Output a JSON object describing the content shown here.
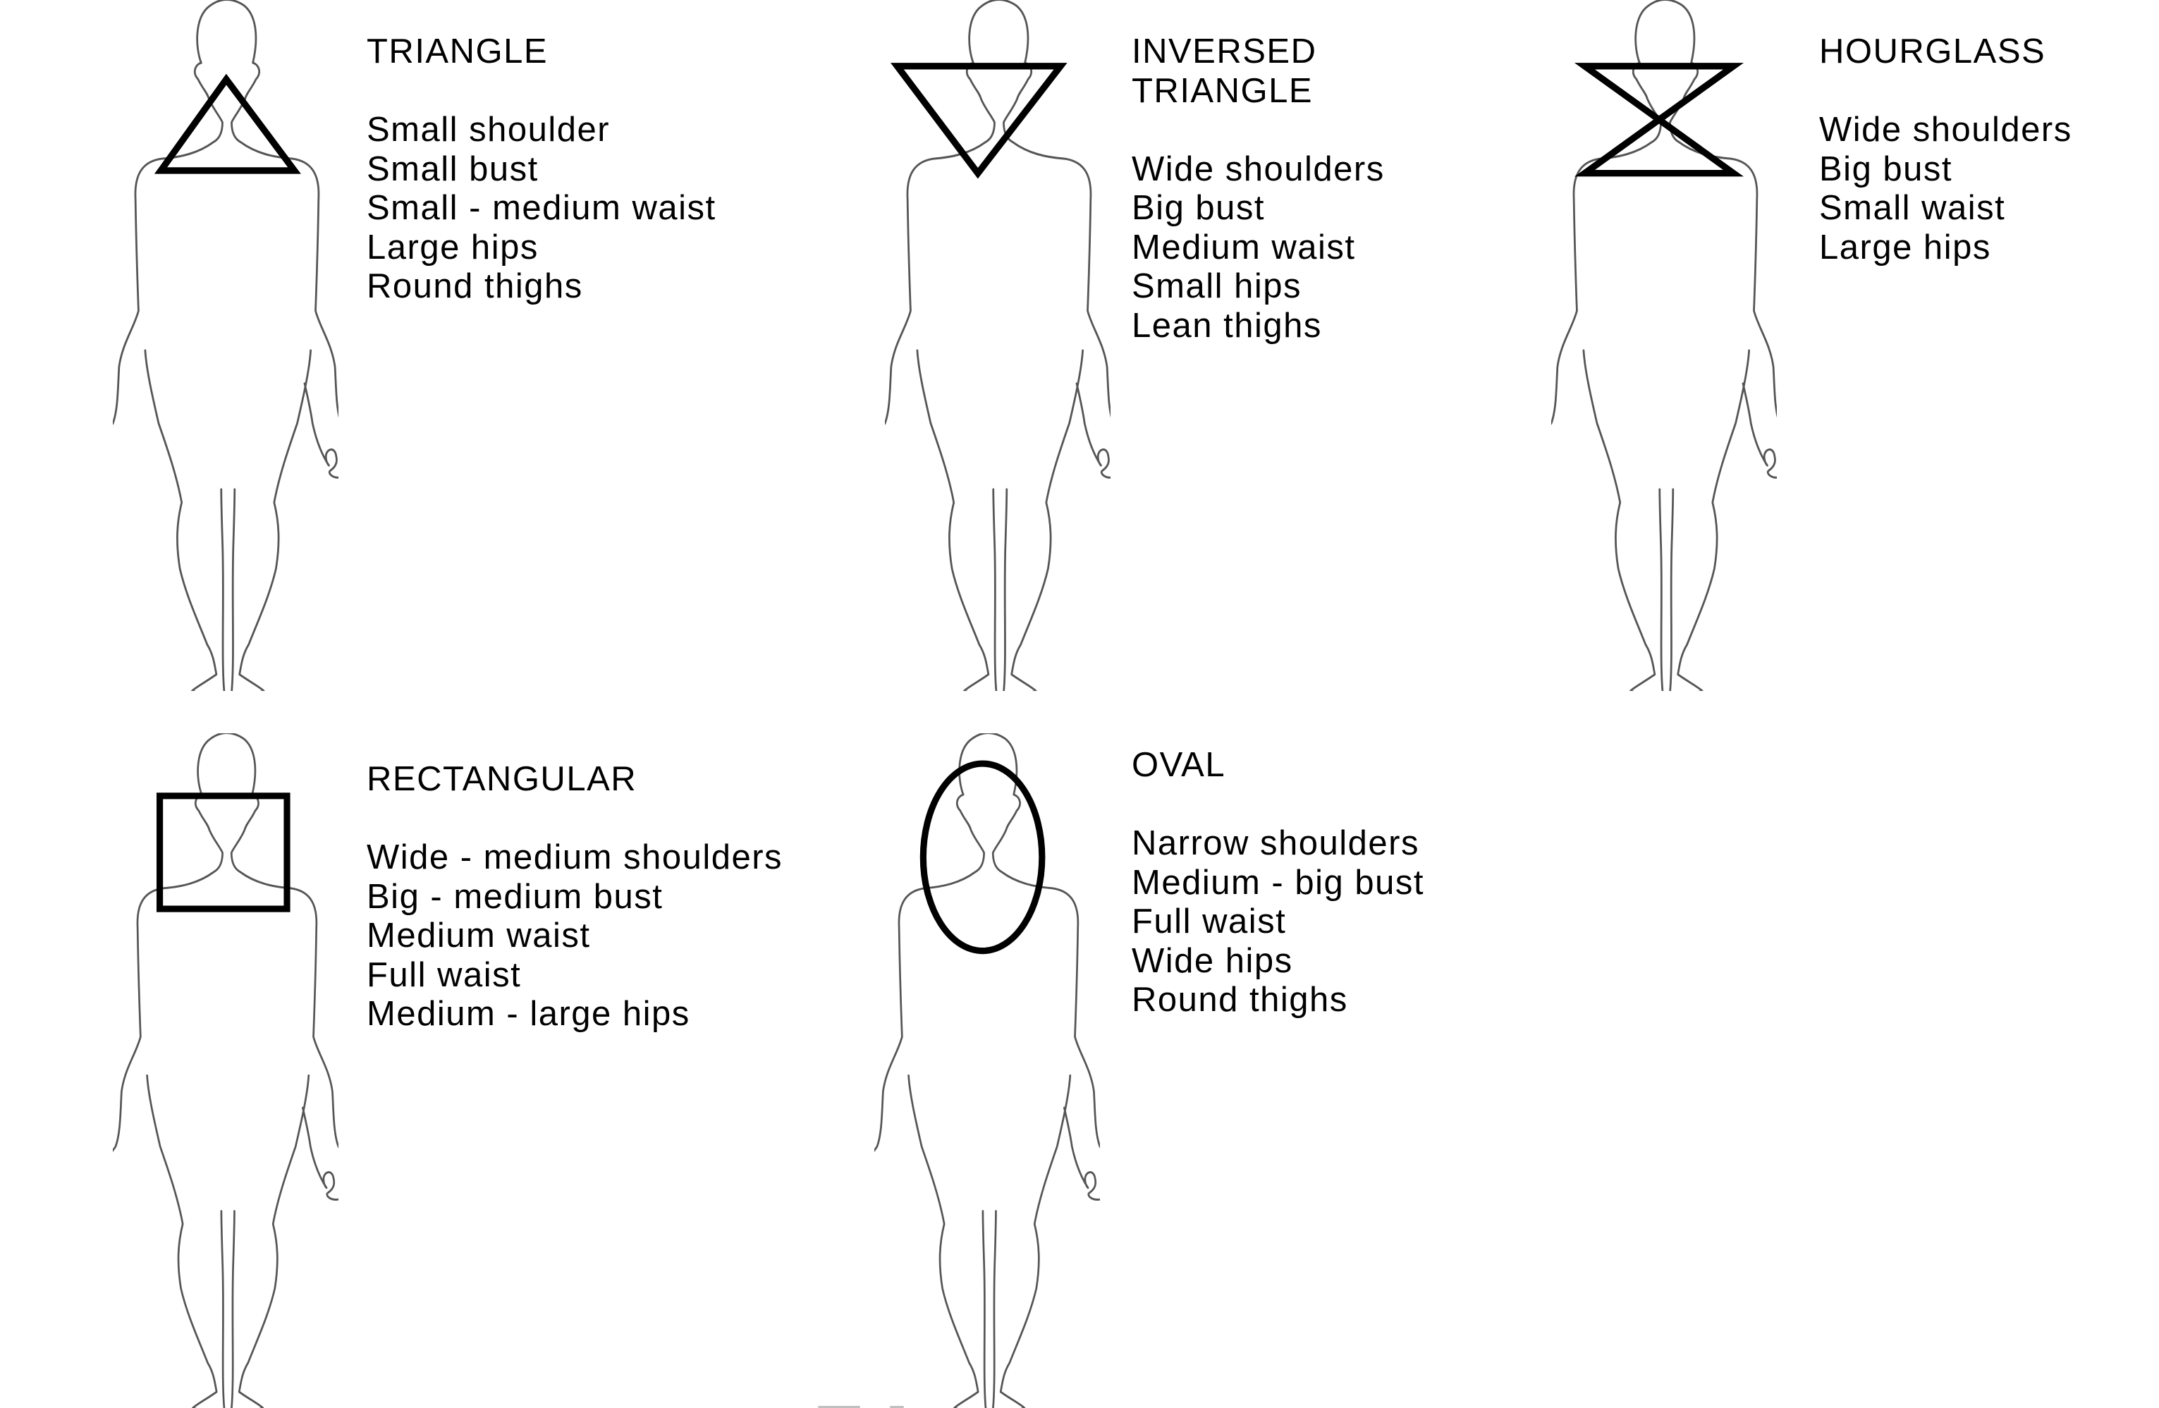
{
  "diagram": {
    "outline_color": "#555555",
    "shape_color": "#000000",
    "body_types": [
      {
        "id": "triangle",
        "title": "TRIANGLE",
        "overlay_shape": "triangle",
        "traits": [
          "Small shoulder",
          "Small bust",
          "Small - medium waist",
          "Large hips",
          "Round thighs"
        ]
      },
      {
        "id": "inversed-triangle",
        "title": "INVERSED\nTRIANGLE",
        "overlay_shape": "inverted-triangle",
        "traits": [
          "Wide shoulders",
          "Big bust",
          "Medium waist",
          "Small hips",
          "Lean thighs"
        ]
      },
      {
        "id": "hourglass",
        "title": "HOURGLASS",
        "overlay_shape": "hourglass",
        "traits": [
          "Wide shoulders",
          "Big bust",
          "Small waist",
          "Large hips"
        ]
      },
      {
        "id": "rectangular",
        "title": "RECTANGULAR",
        "overlay_shape": "rectangle",
        "traits": [
          "Wide - medium shoulders",
          "Big - medium bust",
          "Medium waist",
          "Full waist",
          "Medium - large hips"
        ]
      },
      {
        "id": "oval",
        "title": "OVAL",
        "overlay_shape": "oval",
        "traits": [
          "Narrow shoulders",
          "Medium - big bust",
          "Full waist",
          "Wide hips",
          "Round thighs"
        ]
      }
    ]
  }
}
